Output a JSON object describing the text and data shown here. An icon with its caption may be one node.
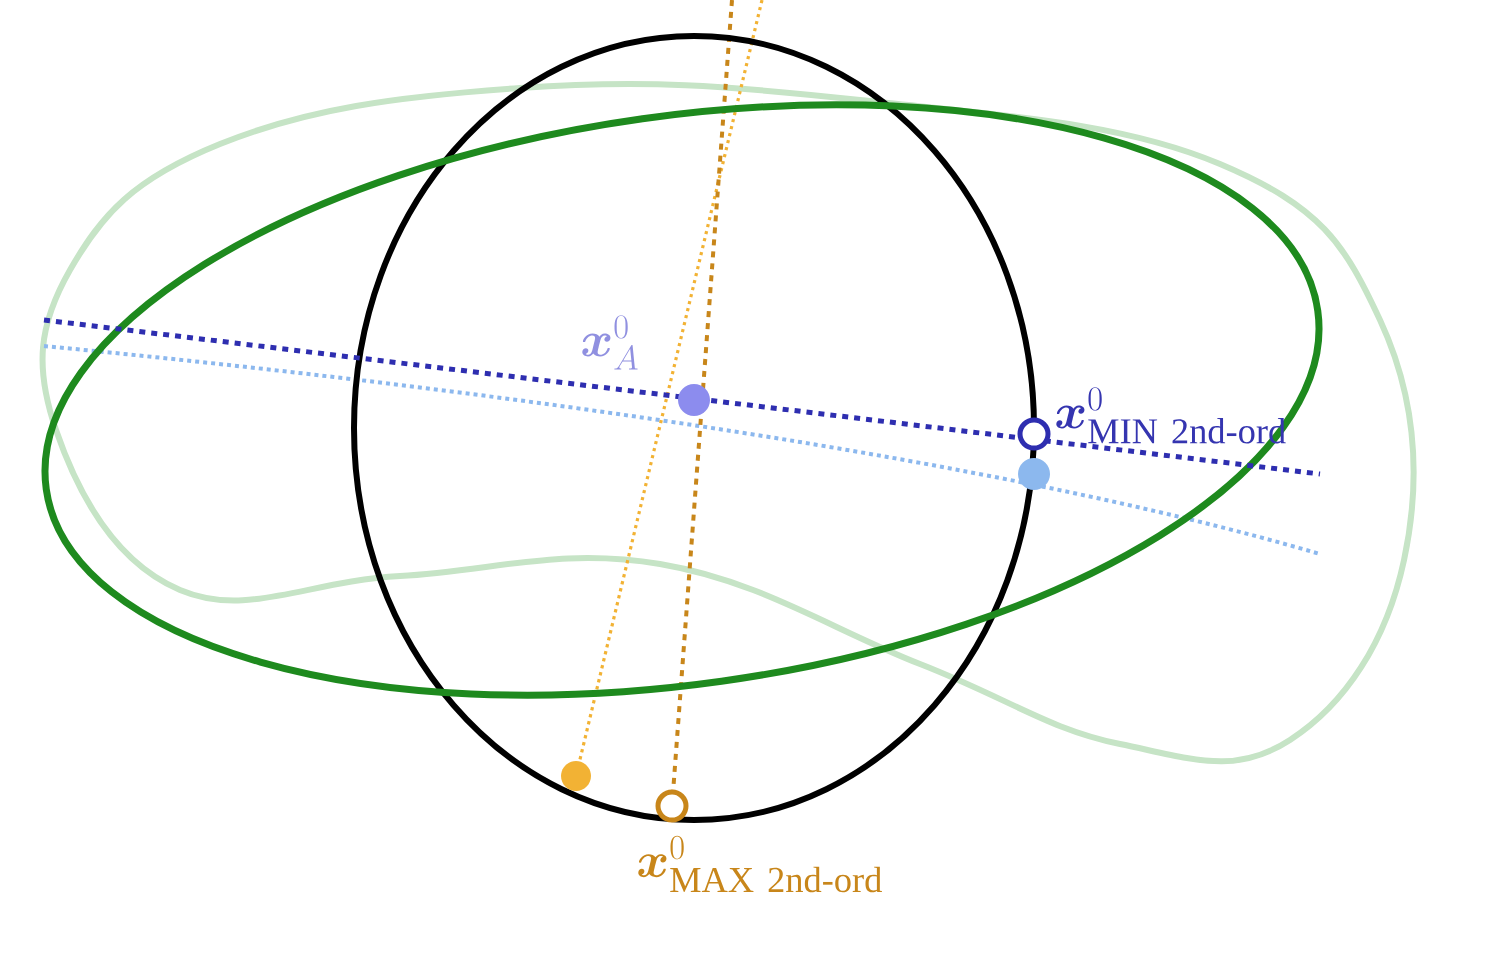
{
  "diagram": {
    "labels": [
      "\\boldsymbol{x}^{0}_{A}",
      "\\boldsymbol{x}^{0}_{\\mathrm{MIN\\ 2nd\\text{-}ord}}",
      "\\boldsymbol{x}^{0}_{\\mathrm{MAX\\ 2nd\\text{-}ord}}"
    ]
  }
}
